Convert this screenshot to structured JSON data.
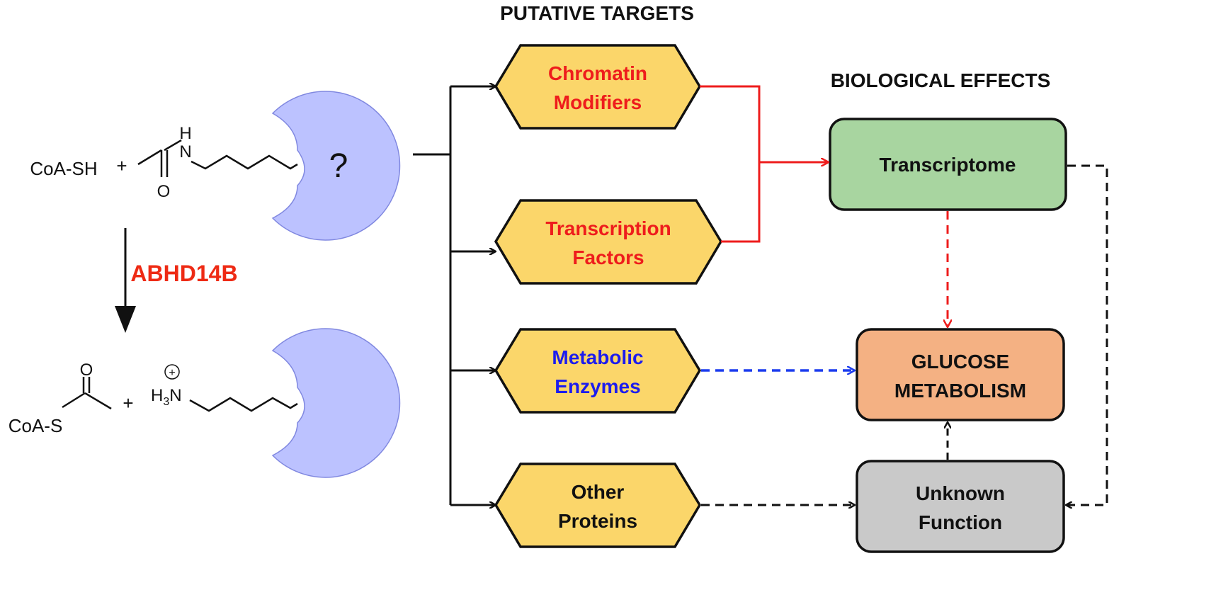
{
  "headers": {
    "putative_targets": "PUTATIVE TARGETS",
    "biological_effects": "BIOLOGICAL EFFECTS"
  },
  "reaction": {
    "reactant_coa": "CoA-SH",
    "plus_1": "+",
    "amide_h": "H",
    "amide_n": "N",
    "amide_o": "O",
    "unknown_mark": "?",
    "enzyme": "ABHD14B",
    "product_coa": "CoA-S",
    "product_o": "O",
    "plus_2": "+",
    "amine_h": "H",
    "amine_sub": "3",
    "amine_n": "N",
    "charge": "+"
  },
  "targets": [
    {
      "id": "chromatin",
      "line1": "Chromatin",
      "line2": "Modifiers",
      "color": "#ee1c1c"
    },
    {
      "id": "transcription",
      "line1": "Transcription",
      "line2": "Factors",
      "color": "#ee1c1c"
    },
    {
      "id": "metabolic",
      "line1": "Metabolic",
      "line2": "Enzymes",
      "color": "#1c1cee"
    },
    {
      "id": "other",
      "line1": "Other",
      "line2": "Proteins",
      "color": "#111111"
    }
  ],
  "effects": {
    "transcriptome": {
      "line1": "Transcriptome",
      "fill": "#a8d5a0"
    },
    "glucose": {
      "line1": "GLUCOSE",
      "line2": "METABOLISM",
      "fill": "#f4b183"
    },
    "unknown": {
      "line1": "Unknown",
      "line2": "Function",
      "fill": "#c9c9c9"
    }
  },
  "colors": {
    "hexagon_fill": "#fbd66a",
    "enzyme_fill": "#bcc2ff",
    "red_path": "#ee1c1c",
    "blue_path": "#1c3cee",
    "enzyme_label": "#ee2a14"
  }
}
